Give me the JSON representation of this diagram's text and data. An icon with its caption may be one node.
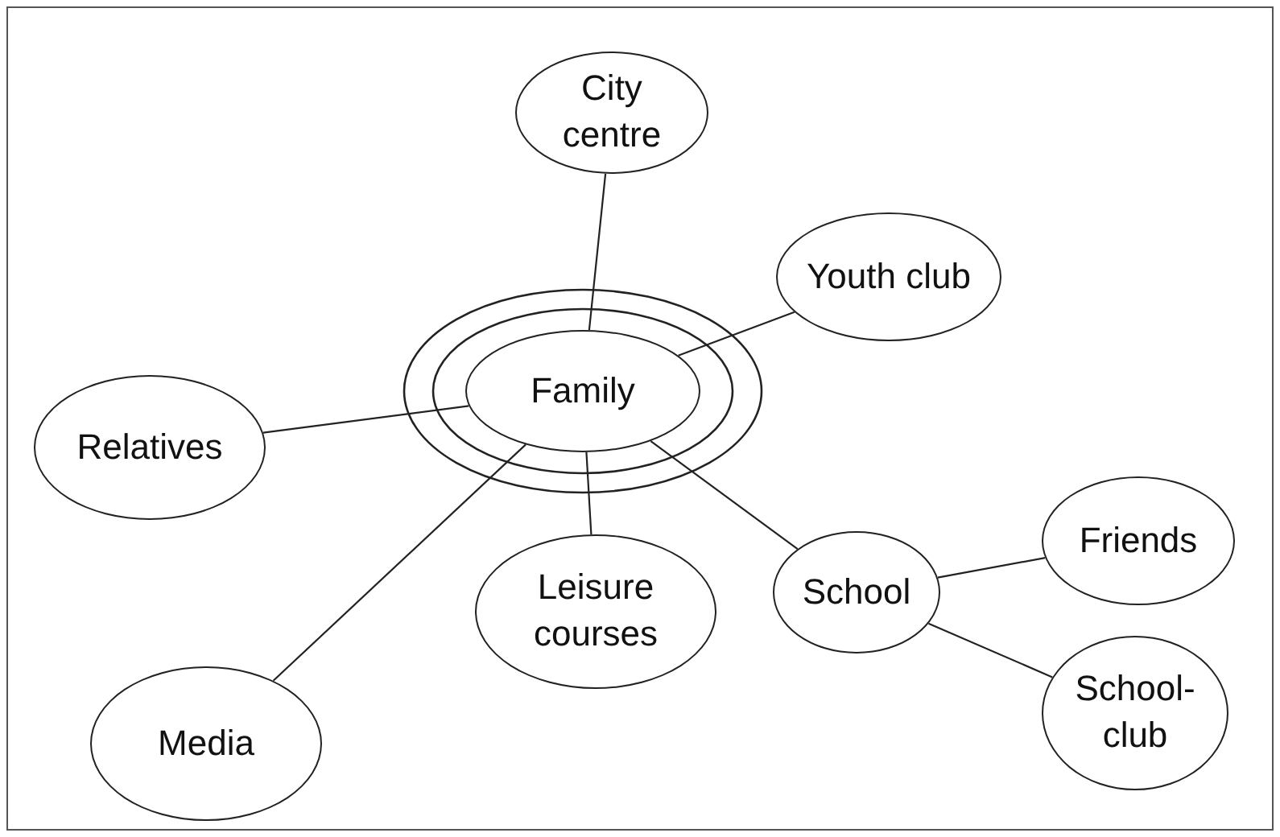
{
  "diagram": {
    "nodes": [
      {
        "text": [
          "City centre"
        ]
      },
      {
        "text": [
          "Youth club"
        ]
      },
      {
        "text": [
          "Family"
        ]
      },
      {
        "text": [
          "Relatives"
        ]
      },
      {
        "text": [
          "Friends"
        ]
      },
      {
        "text": [
          "School"
        ]
      },
      {
        "text": [
          "Leisure courses"
        ]
      },
      {
        "text": [
          "School- club"
        ]
      },
      {
        "text": [
          "Media"
        ]
      }
    ],
    "edges": [
      {
        "from": 2,
        "to": 0,
        "arrow": "none"
      },
      {
        "from": 2,
        "to": 1,
        "arrow": "none"
      },
      {
        "from": 2,
        "to": 3,
        "arrow": "none"
      },
      {
        "from": 2,
        "to": 8,
        "arrow": "none"
      },
      {
        "from": 2,
        "to": 6,
        "arrow": "none"
      },
      {
        "from": 2,
        "to": 5,
        "arrow": "none"
      },
      {
        "from": 5,
        "to": 4,
        "arrow": "none"
      },
      {
        "from": 5,
        "to": 7,
        "arrow": "none"
      }
    ]
  }
}
